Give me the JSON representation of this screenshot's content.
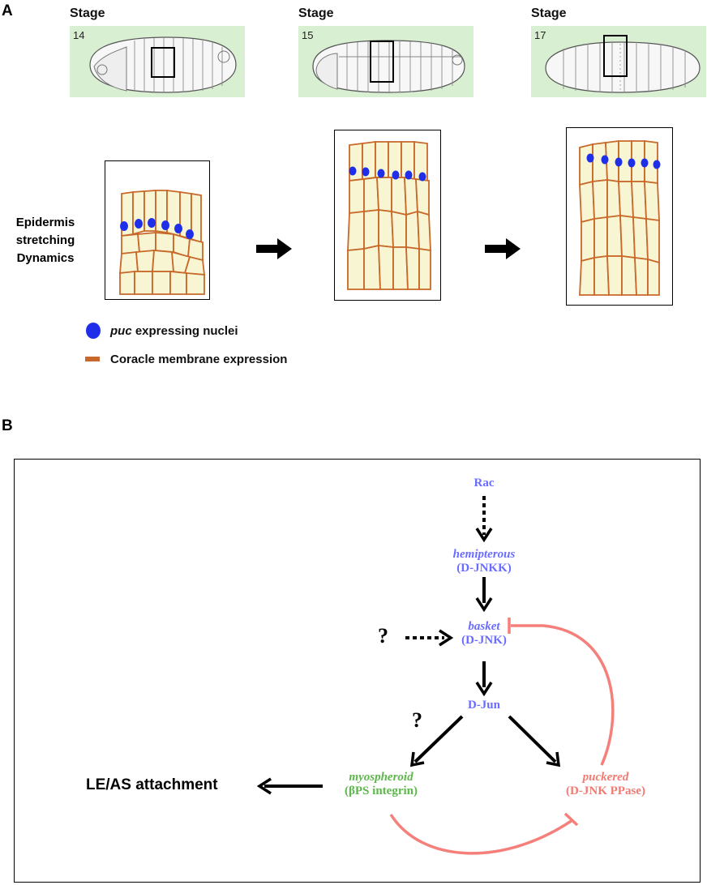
{
  "panel_a": {
    "letter": "A",
    "stages": [
      {
        "title": "Stage",
        "number": "14"
      },
      {
        "title": "Stage",
        "number": "15"
      },
      {
        "title": "Stage",
        "number": "17"
      }
    ],
    "row_label": [
      "Epidermis",
      "stretching",
      "Dynamics"
    ],
    "legend": {
      "nuclei_italic": "puc",
      "nuclei_rest": " expressing nuclei",
      "membrane": "Coracle membrane expression"
    },
    "colors": {
      "nuclei": "#1f2ee8",
      "membrane": "#c8682a",
      "cell_fill": "#f8f6d2",
      "stage_bg": "#d9efd2"
    }
  },
  "panel_b": {
    "letter": "B",
    "nodes": {
      "rac": "Rac",
      "hemipterous_name": "hemipterous",
      "hemipterous_sub": "(D-JNKK)",
      "basket_name": "basket",
      "basket_sub": "(D-JNK)",
      "djun": "D-Jun",
      "myospheroid_name": "myospheroid",
      "myospheroid_sub": "(βPS integrin)",
      "puckered_name": "puckered",
      "puckered_sub": "(D-JNK PPase)"
    },
    "question_marks": [
      "?",
      "?"
    ],
    "output_label": "LE/AS attachment",
    "colors": {
      "pathway": "#6a6cff",
      "integrin": "#5cb84a",
      "phosphatase": "#f37a72",
      "inhibition": "#f57f7a"
    }
  }
}
